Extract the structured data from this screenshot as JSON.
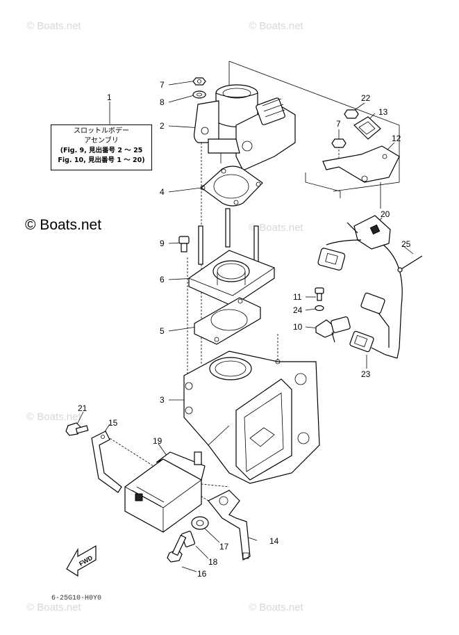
{
  "watermark": "© Boats.net",
  "assembly_label": {
    "line1": "スロットルボデー",
    "line2": "アセンブリ",
    "line3": "(Fig. 9, 見出番号 2 ～ 25",
    "line4": "Fig. 10, 見出番号 1 ～ 20)"
  },
  "callouts": {
    "c1": "1",
    "c2": "2",
    "c3": "3",
    "c4": "4",
    "c5": "5",
    "c6": "6",
    "c7a": "7",
    "c7b": "7",
    "c8": "8",
    "c9": "9",
    "c10": "10",
    "c11": "11",
    "c12": "12",
    "c13": "13",
    "c14": "14",
    "c15": "15",
    "c16": "16",
    "c17": "17",
    "c18": "18",
    "c19": "19",
    "c20": "20",
    "c21": "21",
    "c22": "22",
    "c23": "23",
    "c24": "24",
    "c25": "25"
  },
  "fwd_label": "FWD",
  "drawing_code": "6-25G10-H0Y0"
}
